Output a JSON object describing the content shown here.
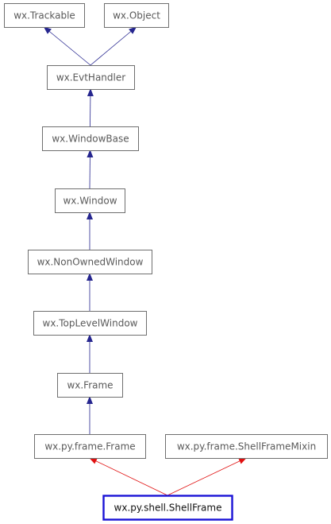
{
  "colors": {
    "inheritance_edge": "#26268f",
    "mixin_edge": "#e01010",
    "focus_border": "#1a12d6",
    "node_border": "#6f6f6f",
    "node_text": "#595959"
  },
  "nodes": [
    {
      "id": "trackable",
      "label": "wx.Trackable"
    },
    {
      "id": "object",
      "label": "wx.Object"
    },
    {
      "id": "evthandler",
      "label": "wx.EvtHandler"
    },
    {
      "id": "windowbase",
      "label": "wx.WindowBase"
    },
    {
      "id": "window",
      "label": "wx.Window"
    },
    {
      "id": "nonownedwindow",
      "label": "wx.NonOwnedWindow"
    },
    {
      "id": "toplevelwindow",
      "label": "wx.TopLevelWindow"
    },
    {
      "id": "frame",
      "label": "wx.Frame"
    },
    {
      "id": "pyframe",
      "label": "wx.py.frame.Frame"
    },
    {
      "id": "shellframemixin",
      "label": "wx.py.frame.ShellFrameMixin"
    },
    {
      "id": "shellframe",
      "label": "wx.py.shell.ShellFrame",
      "focus": true
    }
  ],
  "edges": [
    {
      "from": "evthandler",
      "to": "trackable",
      "kind": "inheritance"
    },
    {
      "from": "evthandler",
      "to": "object",
      "kind": "inheritance"
    },
    {
      "from": "windowbase",
      "to": "evthandler",
      "kind": "inheritance"
    },
    {
      "from": "window",
      "to": "windowbase",
      "kind": "inheritance"
    },
    {
      "from": "nonownedwindow",
      "to": "window",
      "kind": "inheritance"
    },
    {
      "from": "toplevelwindow",
      "to": "nonownedwindow",
      "kind": "inheritance"
    },
    {
      "from": "frame",
      "to": "toplevelwindow",
      "kind": "inheritance"
    },
    {
      "from": "pyframe",
      "to": "frame",
      "kind": "inheritance"
    },
    {
      "from": "shellframe",
      "to": "pyframe",
      "kind": "mixin"
    },
    {
      "from": "shellframe",
      "to": "shellframemixin",
      "kind": "mixin"
    }
  ]
}
